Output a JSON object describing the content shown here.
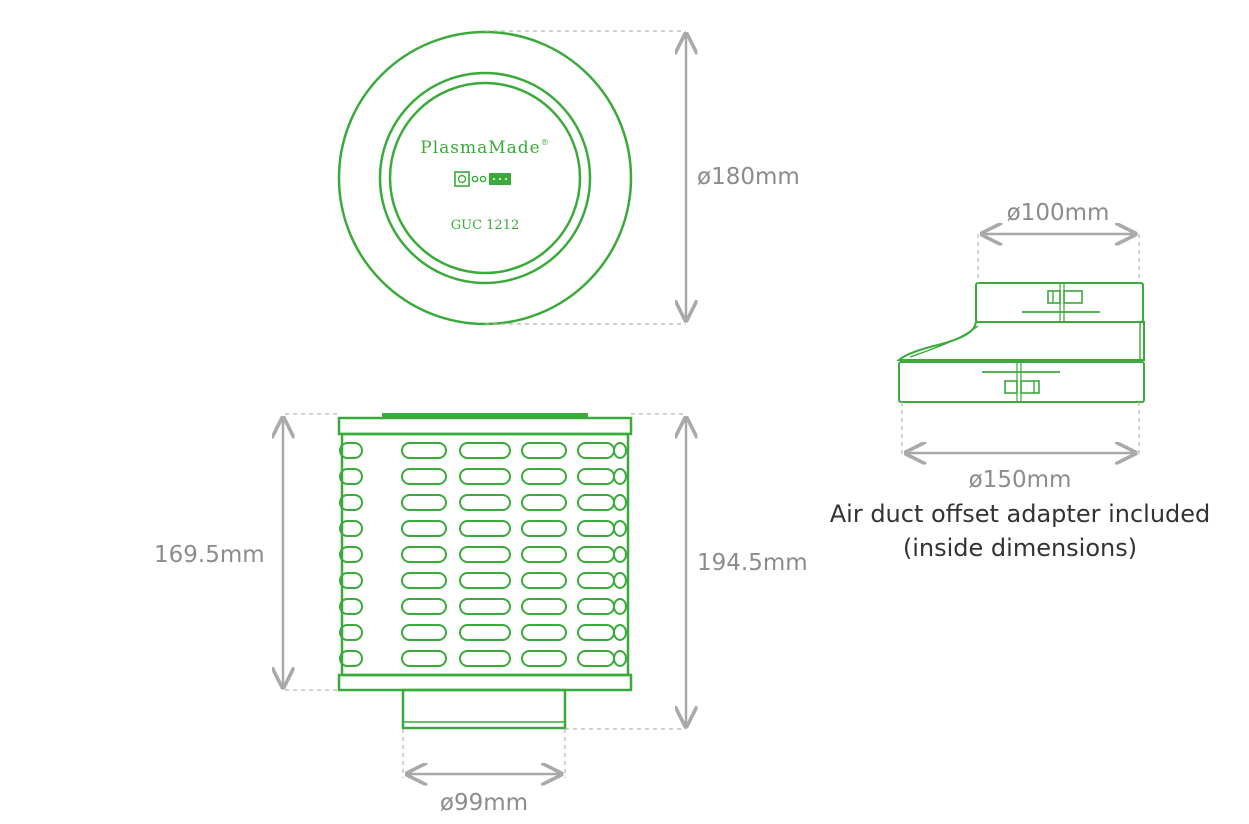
{
  "brand": {
    "name": "PlasmaMade",
    "registered_mark": "®",
    "model": "GUC 1212"
  },
  "dimensions": {
    "top_diameter": "ø180mm",
    "height_body": "169.5mm",
    "height_total": "194.5mm",
    "outlet_diameter": "ø99mm",
    "adapter_top_diameter": "ø100mm",
    "adapter_bottom_diameter": "ø150mm"
  },
  "caption": {
    "line1": "Air duct offset adapter included",
    "line2": "(inside dimensions)"
  },
  "colors": {
    "product_green": "#3aaa3a",
    "dimension_gray": "#a9a9a9",
    "caption_text": "#333333"
  }
}
